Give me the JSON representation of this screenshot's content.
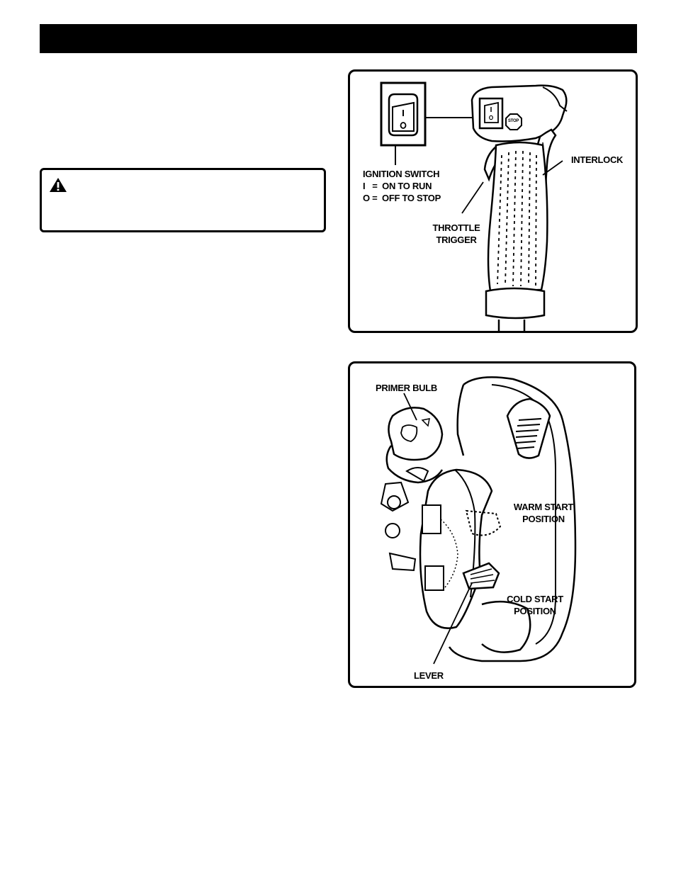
{
  "figure1": {
    "stop_label": "STOP",
    "ignition_switch_lines": [
      "IGNITION SWITCH",
      "I   =  ON TO RUN",
      "O =  OFF TO STOP"
    ],
    "throttle_trigger_lines": [
      "THROTTLE",
      "TRIGGER"
    ],
    "interlock_label": "INTERLOCK"
  },
  "figure2": {
    "primer_bulb_label": "PRIMER BULB",
    "warm_start_lines": [
      "WARM START",
      "POSITION"
    ],
    "cold_start_lines": [
      "COLD START",
      "POSITION"
    ],
    "lever_label": "LEVER"
  }
}
